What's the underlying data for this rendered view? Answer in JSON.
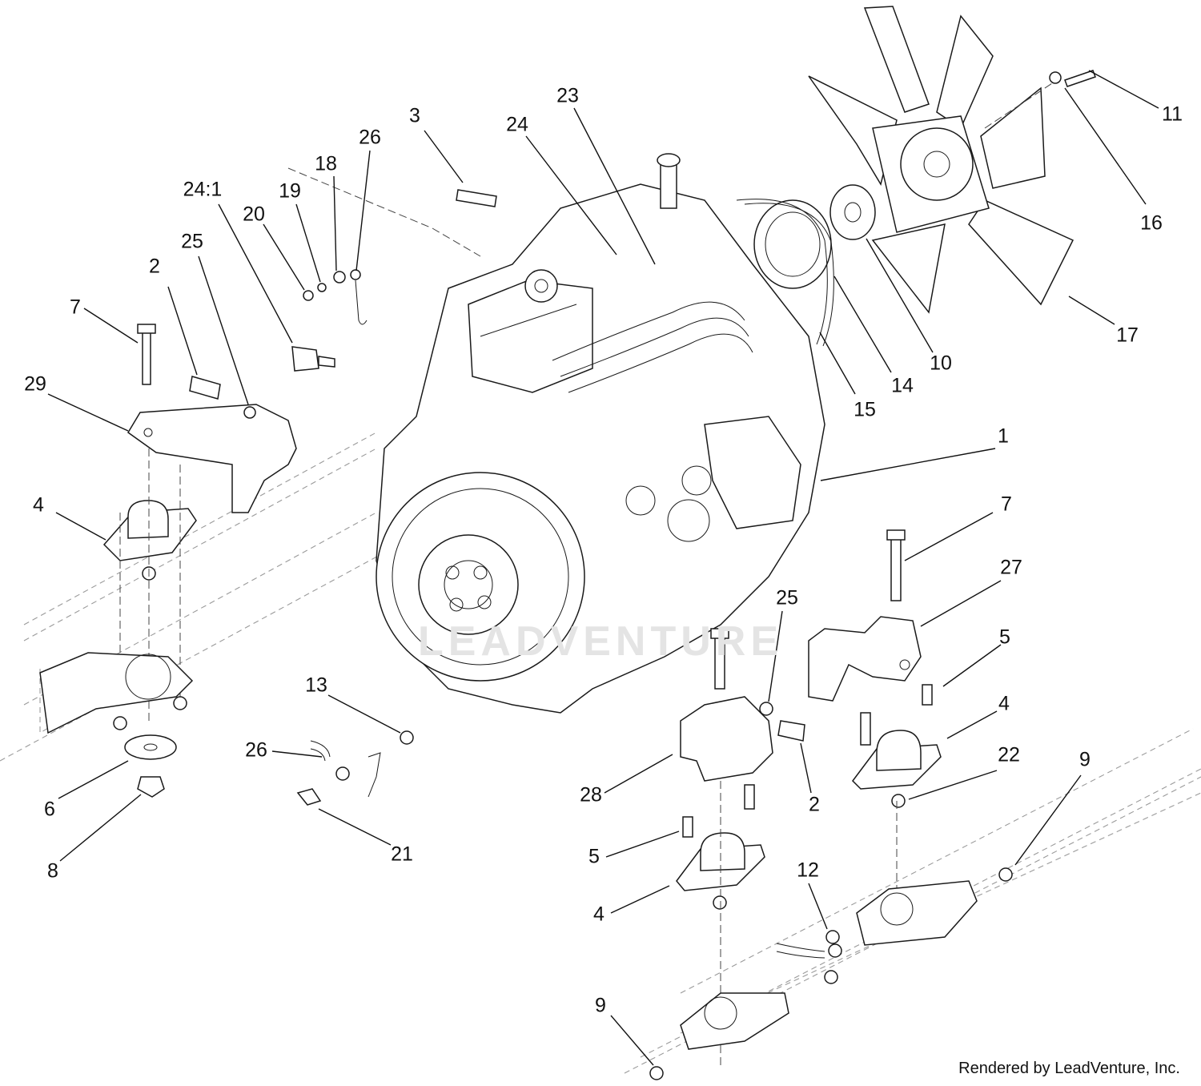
{
  "watermark": "LEADVENTURE",
  "credit": "Rendered by LeadVenture, Inc.",
  "callouts": [
    "1",
    "2",
    "2",
    "3",
    "4",
    "4",
    "4",
    "5",
    "5",
    "6",
    "7",
    "7",
    "8",
    "9",
    "9",
    "10",
    "11",
    "12",
    "13",
    "14",
    "15",
    "16",
    "17",
    "18",
    "19",
    "20",
    "21",
    "22",
    "23",
    "24",
    "24:1",
    "25",
    "25",
    "26",
    "26",
    "27",
    "28",
    "29"
  ]
}
